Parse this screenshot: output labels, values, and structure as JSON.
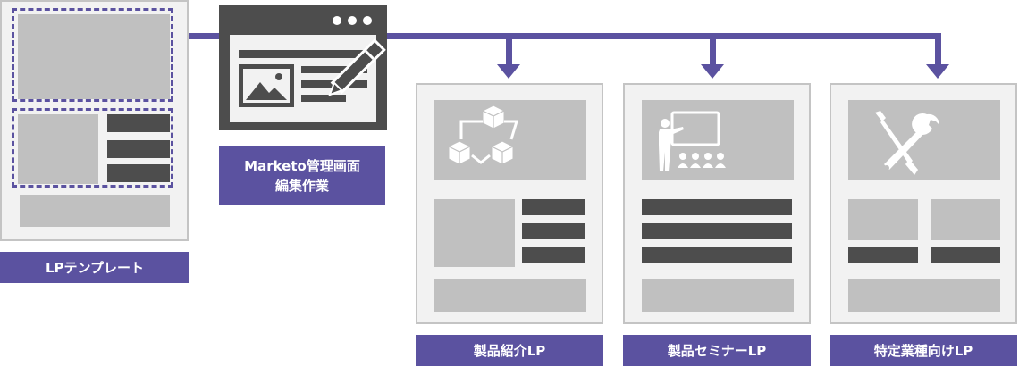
{
  "template": {
    "label": "LPテンプレート"
  },
  "editor": {
    "label_line1": "Marketo管理画面",
    "label_line2": "編集作業"
  },
  "pages": [
    {
      "label": "製品紹介LP",
      "icon": "blocks-network-icon"
    },
    {
      "label": "製品セミナーLP",
      "icon": "seminar-presenter-icon"
    },
    {
      "label": "特定業種向けLP",
      "icon": "tools-wrench-screwdriver-icon"
    }
  ],
  "colors": {
    "accent": "#5b52a0",
    "card_bg": "#f2f2f2",
    "block": "#c0c0c0",
    "dark": "#4d4d4d"
  }
}
